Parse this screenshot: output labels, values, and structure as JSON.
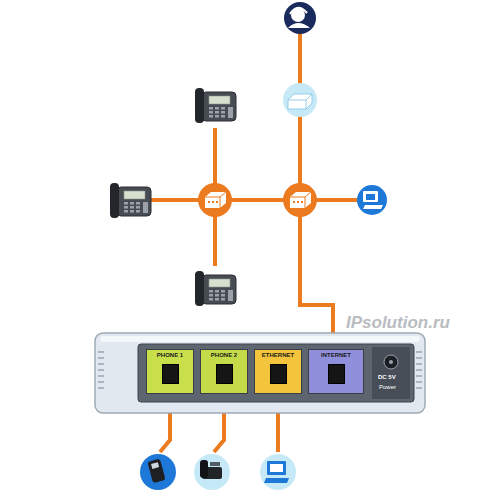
{
  "diagram": {
    "nodes": [
      {
        "text": [
          "PHONE 1"
        ]
      },
      {
        "text": [
          "PHONE 2"
        ]
      },
      {
        "text": [
          "ETHERNET"
        ]
      },
      {
        "text": [
          "INTERNET"
        ]
      }
    ],
    "labels": [
      "IPsolution.ru",
      "DC 5V",
      "Power"
    ]
  }
}
